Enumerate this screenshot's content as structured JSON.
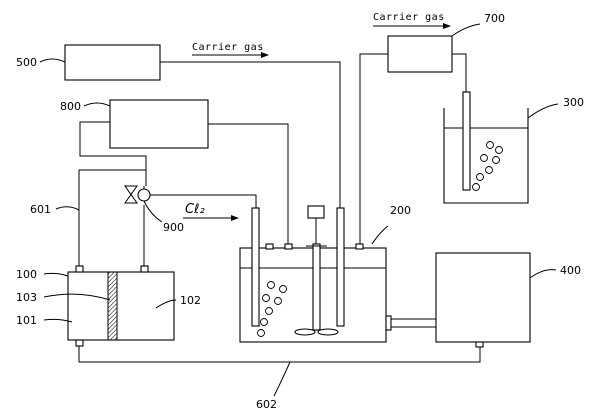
{
  "labels": {
    "unit_500": "500",
    "unit_800": "800",
    "unit_700": "700",
    "unit_300": "300",
    "unit_200": "200",
    "unit_400": "400",
    "unit_100": "100",
    "unit_103": "103",
    "unit_101": "101",
    "unit_102": "102",
    "line_601": "601",
    "line_602": "602",
    "valve_900": "900"
  },
  "flows": {
    "carrier_gas_main": "Carrier gas",
    "carrier_gas_out": "Carrier gas",
    "chlorine_feed": "Cℓ₂"
  }
}
